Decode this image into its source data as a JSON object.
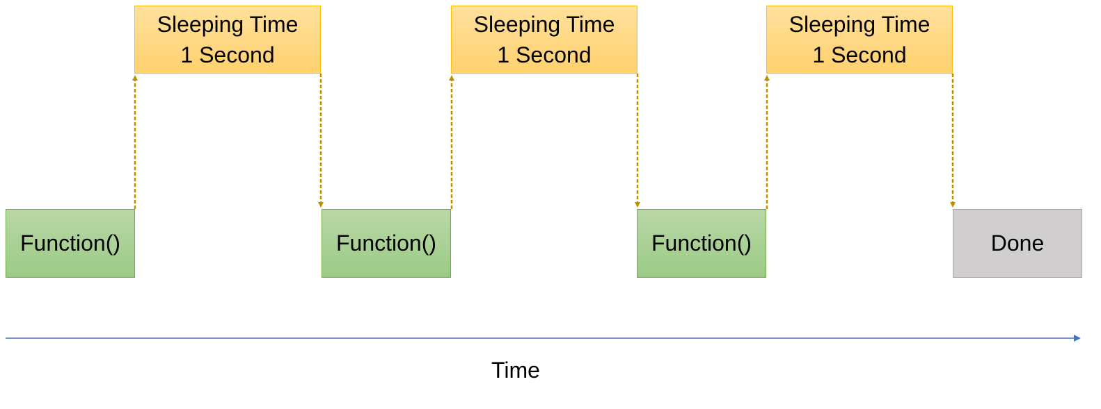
{
  "diagram": {
    "function_blocks": [
      {
        "label": "Function()"
      },
      {
        "label": "Function()"
      },
      {
        "label": "Function()"
      }
    ],
    "done_block": {
      "label": "Done"
    },
    "sleep_blocks": [
      {
        "line1": "Sleeping Time",
        "line2": "1 Second"
      },
      {
        "line1": "Sleeping Time",
        "line2": "1 Second"
      },
      {
        "line1": "Sleeping Time",
        "line2": "1 Second"
      }
    ],
    "axis": {
      "label": "Time"
    }
  },
  "colors": {
    "function_fill": "#a9d18e",
    "function_border": "#70ad47",
    "sleep_fill": "#ffd966",
    "sleep_border": "#ffc000",
    "done_fill": "#d0cece",
    "connector": "#bf9000",
    "axis_line": "#4472c4"
  }
}
